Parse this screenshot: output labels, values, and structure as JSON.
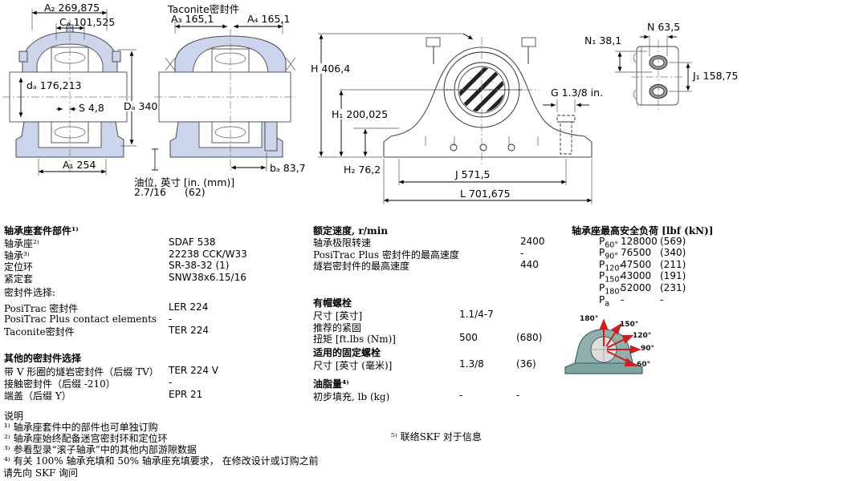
{
  "drawings": {
    "d1": {
      "A2": "A₂ 269,875",
      "Ca": "Cₐ 101,525",
      "da": "dₐ 176,213",
      "S": "S 4,8",
      "Da": "Dₐ 340",
      "A1": "A₁ 254"
    },
    "d2": {
      "title": "Taconite密封件",
      "A3": "A₃ 165,1",
      "A4": "A₄ 165,1",
      "ba": "bₐ 83,7"
    },
    "oil": {
      "line1": "油位, 英寸 [in. (mm)]",
      "line2a": "2.7/16",
      "line2b": "(62)"
    },
    "d3": {
      "H": "H 406,4",
      "H1": "H₁ 200,025",
      "H2": "H₂ 76,2",
      "G": "G 1.3/8 in.",
      "J": "J 571,5",
      "L": "L 701,675"
    },
    "d4": {
      "N": "N 63,5",
      "N1": "N₁ 38,1",
      "J1": "J₁ 158,75"
    }
  },
  "left_table": {
    "header": "轴承座套件部件¹⁾",
    "rows": [
      {
        "label": "轴承座²⁾",
        "value": "SDAF 538"
      },
      {
        "label": "轴承³⁾",
        "value": "22238 CCK/W33"
      },
      {
        "label": "定位环",
        "value": "SR-38-32 (1)"
      },
      {
        "label": "紧定套",
        "value": "SNW38x6.15/16"
      }
    ],
    "seal_header": "密封件选择:",
    "seal_rows": [
      {
        "label": "PosiTrac 密封件",
        "value": "LER 224"
      },
      {
        "label": "PosiTrac Plus contact elements",
        "value": "-"
      },
      {
        "label": "Taconite密封件",
        "value": "TER 224"
      }
    ],
    "other_header": "其他的密封件选择",
    "other_rows": [
      {
        "label": "带 V 形圈的燧岩密封件（后缀 TV）",
        "value": "TER 224 V"
      },
      {
        "label": "接触密封件（后缀 -210）",
        "value": "-"
      },
      {
        "label": "端盖（后缀 Y）",
        "value": "EPR 21"
      }
    ]
  },
  "mid_table": {
    "speed_header": "额定速度, r/min",
    "speed_rows": [
      {
        "label": "轴承极限转速",
        "value": "2400"
      },
      {
        "label": "PosiTrac Plus 密封件的最高速度",
        "value": "-"
      },
      {
        "label": "燧岩密封件的最高速度",
        "value": "440"
      }
    ],
    "capbolt_header": "有帽螺栓",
    "capbolt_rows": [
      {
        "label": "尺寸 [英寸]",
        "v1": "1.1/4-7",
        "v2": ""
      },
      {
        "label": "推荐的紧固",
        "v1": "",
        "v2": ""
      },
      {
        "label": "扭矩 [ft.lbs (Nm)]",
        "v1": "500",
        "v2": "(680)"
      }
    ],
    "fixbolt_header": "适用的固定螺栓",
    "fixbolt_rows": [
      {
        "label": "尺寸 [英寸 (毫米)]",
        "v1": "1.3/8",
        "v2": "(36)"
      }
    ],
    "grease_header": "油脂量⁴⁾",
    "grease_rows": [
      {
        "label": "初步填充, lb (kg)",
        "v1": "-",
        "v2": "-"
      }
    ]
  },
  "load_table": {
    "header": "轴承座最高安全负荷 [lbf (kN)]",
    "rows": [
      {
        "sym": "P",
        "sub": "60°",
        "v1": "128000",
        "v2": "(569)"
      },
      {
        "sym": "P",
        "sub": "90°",
        "v1": "76500",
        "v2": "(340)"
      },
      {
        "sym": "P",
        "sub": "120°",
        "v1": "47500",
        "v2": "(211)"
      },
      {
        "sym": "P",
        "sub": "150°",
        "v1": "43000",
        "v2": "(191)"
      },
      {
        "sym": "P",
        "sub": "180°",
        "v1": "52000",
        "v2": "(231)"
      },
      {
        "sym": "P",
        "sub": "a",
        "v1": "-",
        "v2": "-"
      }
    ]
  },
  "load_diagram": {
    "angles": [
      "180°",
      "150°",
      "120°",
      "90°",
      "60°"
    ]
  },
  "footnotes": {
    "header": "说明",
    "items": [
      "¹⁾ 轴承座套件中的部件也可单独订购",
      "²⁾ 轴承座始终配备迷宫密封环和定位环",
      "³⁾ 参看型录“滚子轴承”中的其他内部游隙数据",
      "⁴⁾ 有关 100% 轴承充填和 50% 轴承座充填要求， 在修改设计或订购之前"
    ],
    "closing": "请先向 SKF 询问",
    "note5": "⁵⁾ 联络SKF 对于信息"
  },
  "colors": {
    "section_fill": "#ccd5ec",
    "housing_teal": "#7fa3a0",
    "arrow_red": "#cc2020"
  }
}
